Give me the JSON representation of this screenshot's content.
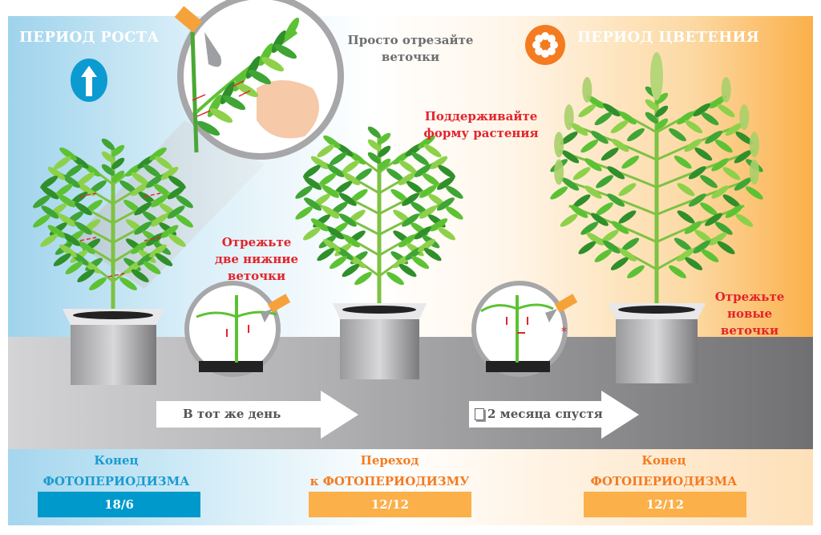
{
  "header": {
    "growth_title": "ПЕРИОД РОСТА",
    "flowering_title": "ПЕРИОД ЦВЕТЕНИЯ",
    "growth_icon": "up-arrow-icon",
    "flowering_icon": "flower-icon"
  },
  "notes": {
    "just_cut_line1": "Просто отрезайте",
    "just_cut_line2": "веточки",
    "maintain_line1": "Поддерживайте",
    "maintain_line2": "форму растения",
    "cut_two_line1": "Отрежьте",
    "cut_two_line2": "две нижние",
    "cut_two_line3": "веточки",
    "cut_new_line1": "Отрежьте",
    "cut_new_line2": "новые",
    "cut_new_line3": "веточки"
  },
  "arrows": [
    {
      "label": "В тот же день"
    },
    {
      "label": "2 месяца спустя",
      "icon": "calendar-icon"
    }
  ],
  "stages": [
    {
      "line1": "Конец",
      "line2": "ФОТОПЕРИОДИЗМА",
      "value": "18/6",
      "color": "#0099cc",
      "text_color": "#1a9bd1"
    },
    {
      "line1": "Переход",
      "line2": "к ФОТОПЕРИОДИЗМУ",
      "value": "12/12",
      "color": "#fbb04a",
      "text_color": "#f47b20"
    },
    {
      "line1": "Конец",
      "line2": "ФОТОПЕРИОДИЗМА",
      "value": "12/12",
      "color": "#fbb04a",
      "text_color": "#f47b20"
    }
  ],
  "colors": {
    "cut_mark": "#e3242b",
    "leaf": "#5cc234",
    "stem": "#7dc242"
  }
}
